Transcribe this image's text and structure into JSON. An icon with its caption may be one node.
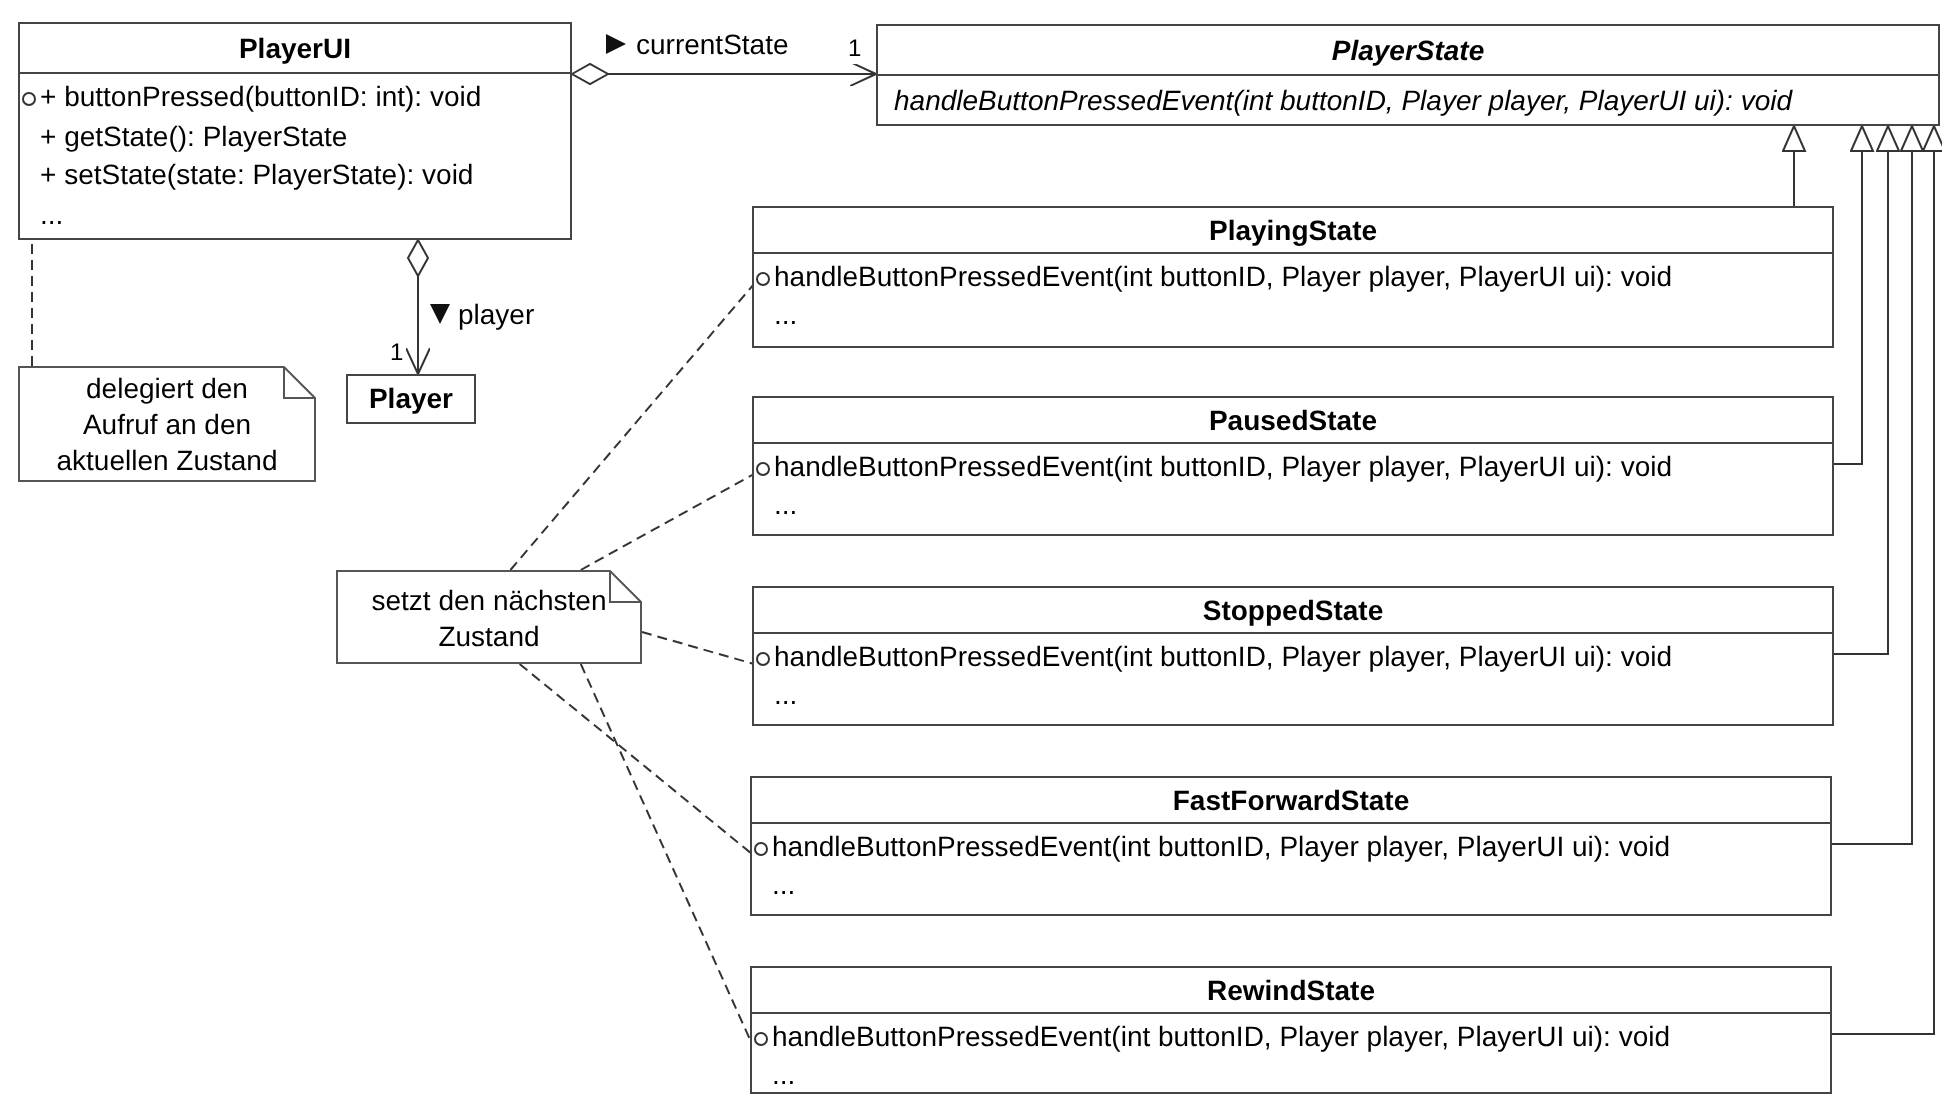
{
  "diagram": {
    "nodes": [
      {
        "text": [
          "PlayerUI",
          "+ buttonPressed(buttonID: int): void",
          "+ getState(): PlayerState",
          "+ setState(state: PlayerState): void",
          "..."
        ]
      },
      {
        "text": [
          "PlayerState",
          "handleButtonPressedEvent(int buttonID, Player player, PlayerUI ui): void"
        ]
      },
      {
        "text": [
          "Player"
        ]
      },
      {
        "text": [
          "delegiert den Aufruf an den aktuellen Zustand"
        ]
      },
      {
        "text": [
          "PlayingState",
          "handleButtonPressedEvent(int buttonID, Player player, PlayerUI ui): void",
          "..."
        ]
      },
      {
        "text": [
          "PausedState",
          "handleButtonPressedEvent(int buttonID, Player player, PlayerUI ui): void",
          "..."
        ]
      },
      {
        "text": [
          "StoppedState",
          "handleButtonPressedEvent(int buttonID, Player player, PlayerUI ui): void",
          "..."
        ]
      },
      {
        "text": [
          "FastForwardState",
          "handleButtonPressedEvent(int buttonID, Player player, PlayerUI ui): void",
          "..."
        ]
      },
      {
        "text": [
          "RewindState",
          "handleButtonPressedEvent(int buttonID, Player player, PlayerUI ui): void",
          "..."
        ]
      },
      {
        "text": [
          "setzt den nächsten Zustand"
        ]
      }
    ],
    "edges": [
      {
        "from": 0,
        "to": 1,
        "arrow": "to",
        "label": "currentState"
      },
      {
        "from": 0,
        "to": 2,
        "arrow": "to",
        "label": "player"
      },
      {
        "from": 4,
        "to": 1,
        "arrow": "to"
      },
      {
        "from": 5,
        "to": 1,
        "arrow": "to"
      },
      {
        "from": 6,
        "to": 1,
        "arrow": "to"
      },
      {
        "from": 7,
        "to": 1,
        "arrow": "to"
      },
      {
        "from": 8,
        "to": 1,
        "arrow": "to"
      },
      {
        "from": 3,
        "to": 0,
        "arrow": "none",
        "style": "dashed"
      },
      {
        "from": 9,
        "to": 4,
        "arrow": "none",
        "style": "dashed"
      },
      {
        "from": 9,
        "to": 5,
        "arrow": "none",
        "style": "dashed"
      },
      {
        "from": 9,
        "to": 6,
        "arrow": "none",
        "style": "dashed"
      },
      {
        "from": 9,
        "to": 7,
        "arrow": "none",
        "style": "dashed"
      },
      {
        "from": 9,
        "to": 8,
        "arrow": "none",
        "style": "dashed"
      }
    ],
    "labels": [
      "1",
      "1"
    ]
  }
}
